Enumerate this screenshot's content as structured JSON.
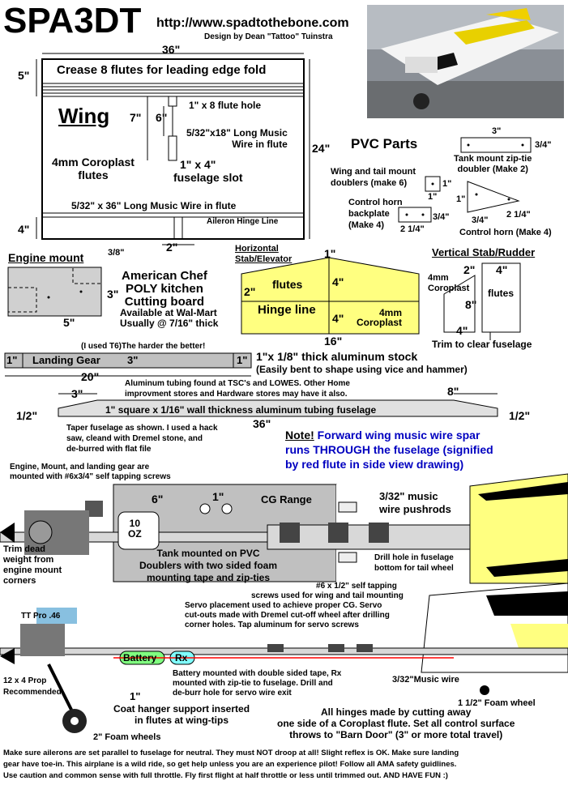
{
  "header": {
    "title": "SPA3DT",
    "url": "http://www.spadtothebone.com",
    "credit": "Design by Dean \"Tattoo\" Tuinstra"
  },
  "wing": {
    "width_dim": "36\"",
    "top_dim": "5\"",
    "height_dim": "24\"",
    "bottom_dim": "4\"",
    "crease_note": "Crease 8 flutes for leading edge fold",
    "title": "Wing",
    "hole_label": "1\" x 8 flute hole",
    "dim_7": "7\"",
    "dim_6": "6\"",
    "music_wire_in_flute": [
      "5/32\"x18\" Long Music",
      "Wire in flute"
    ],
    "coroplast": [
      "4mm Coroplast",
      "flutes"
    ],
    "slot_label": [
      "1\" x 4\"",
      "fuselage slot"
    ],
    "long_wire": "5/32\" x 36\" Long Music Wire in flute",
    "aileron_hinge": "Aileron Hinge Line",
    "gap_dim": "2\""
  },
  "pvc": {
    "title": "PVC Parts",
    "tank_dim": "3\"",
    "tank_dim_side": "3/4\"",
    "tank_label": [
      "Tank mount zip-tie",
      "doubler (Make 2)"
    ],
    "doubler_label": [
      "Wing and tail mount",
      "doublers (make 6)"
    ],
    "doubler_dim": "1\"",
    "horn_back_label": [
      "Control horn",
      "backplate",
      "(Make 4)"
    ],
    "horn_back_dim": "3/4\"",
    "horn_back_w": "2 1/4\"",
    "horn_dim_1": "1\"",
    "horn_dim_3_4": "3/4\"",
    "horn_dim_2_1_4": "2 1/4\"",
    "horn_label": "Control horn (Make 4)"
  },
  "engine_mount": {
    "title": "Engine mount",
    "dim_3_8": "3/8\"",
    "dim_3": "3\"",
    "dim_5": "5\"",
    "board": [
      "American Chef",
      "POLY kitchen",
      "Cutting board",
      "Available at Wal-Mart",
      "Usually @ 7/16\" thick"
    ]
  },
  "hstab": {
    "title": [
      "Horizontal",
      "Stab/Elevator"
    ],
    "dim_1": "1\"",
    "dim_2": "2\"",
    "flutes": "flutes",
    "dim_4_top": "4\"",
    "hinge": "Hinge line",
    "dim_4_bottom": "4\"",
    "coroplast": [
      "4mm",
      "Coroplast"
    ],
    "width": "16\""
  },
  "vstab": {
    "title": "Vertical Stab/Rudder",
    "coroplast": [
      "4mm",
      "Coroplast"
    ],
    "dim_2": "2\"",
    "dim_4_top": "4\"",
    "dim_8": "8\"",
    "flutes": "flutes",
    "dim_4_bottom": "4\"",
    "trim": "Trim to clear fuselage"
  },
  "landing_gear": {
    "note": "(I used T6)The harder the better!",
    "dim_1_left": "1\"",
    "label": "Landing Gear",
    "dim_3": "3\"",
    "dim_1_right": "1\"",
    "stock": [
      "1\"x 1/8\" thick aluminum stock",
      "(Easily bent to shape using vice and hammer)"
    ],
    "total": "20\""
  },
  "fuselage": {
    "tubing_note": [
      "Aluminum tubing found at TSC's and LOWES. Other Home",
      "improvment stores and Hardware stores may have it also."
    ],
    "dim_3": "3\"",
    "dim_8": "8\"",
    "dim_half_left": "1/2\"",
    "dim_half_right": "1/2\"",
    "tube_label": "1\" square x 1/16\" wall thickness aluminum tubing fuselage",
    "length": "36\"",
    "taper_note": [
      "Taper fuselage as shown. I used a hack",
      "saw, cleand with Dremel stone, and",
      "de-burred with flat file"
    ],
    "note_title": "Note!",
    "spar_note": [
      " Forward wing music wire spar",
      "runs THROUGH the fuselage (signified",
      "by red flute in side view drawing)"
    ]
  },
  "top_view": {
    "engine_note": [
      "Engine, Mount, and landing gear are",
      "mounted with #6x3/4\" self tapping screws"
    ],
    "dim_6": "6\"",
    "dim_1": "1\"",
    "cg": "CG Range",
    "tank_size": [
      "10",
      "OZ"
    ],
    "pushrods": [
      "3/32\" music",
      "wire pushrods"
    ],
    "trim_note": [
      "Trim dead",
      "weight from",
      "engine mount",
      "corners"
    ],
    "tank_note": [
      "Tank mounted on PVC",
      "Doublers with two sided foam",
      "mounting tape and zip-ties"
    ],
    "drill_note": [
      "Drill hole in fuselage",
      "bottom for tail wheel"
    ],
    "screws_note": [
      "#6 x 1/2\" self tapping",
      "screws used for wing and tail mounting"
    ]
  },
  "side_view": {
    "engine": "TT Pro .46",
    "servo_note": [
      "Servo placement used to achieve proper CG. Servo",
      "cut-outs made with Dremel cut-off wheel after drilling",
      "corner holes. Tap aluminum for servo screws"
    ],
    "battery": "Battery",
    "rx": "Rx",
    "prop": [
      "12 x 4  Prop",
      "Recommended"
    ],
    "battery_note": [
      "Battery mounted with double sided tape, Rx",
      "mounted with zip-tie to fuselage. Drill and",
      "de-burr hole for servo wire exit"
    ],
    "music_wire": "3/32\"Music wire",
    "dim_1": "1\"",
    "hanger": [
      "Coat hanger support inserted",
      "in flutes at wing-tips"
    ],
    "tail_wheel": "1 1/2\" Foam wheel",
    "hinges": [
      "All hinges made by cutting away",
      "one side of a Coroplast flute. Set all control surface",
      "throws to \"Barn Door\" (3\" or more total travel)"
    ],
    "wheels": "2\" Foam wheels"
  },
  "footer": [
    "Make sure ailerons are set parallel to fuselage for neutral. They must NOT droop at all! Slight reflex is OK. Make sure landing",
    "gear have toe-in. This airplane is a wild ride, so get help unless you are an experience pilot! Follow all AMA safety guidlines.",
    "Use caution and common sense with full throttle. Fly first flight at half throttle or less until trimmed out. AND HAVE FUN :)"
  ],
  "colors": {
    "yellow": "#ffff80",
    "gray": "#c0c0c0",
    "green": "#80ff80",
    "cyan": "#80ffff",
    "blue_note": "#0000c0",
    "red": "#ff0000",
    "dark": "#000000"
  }
}
